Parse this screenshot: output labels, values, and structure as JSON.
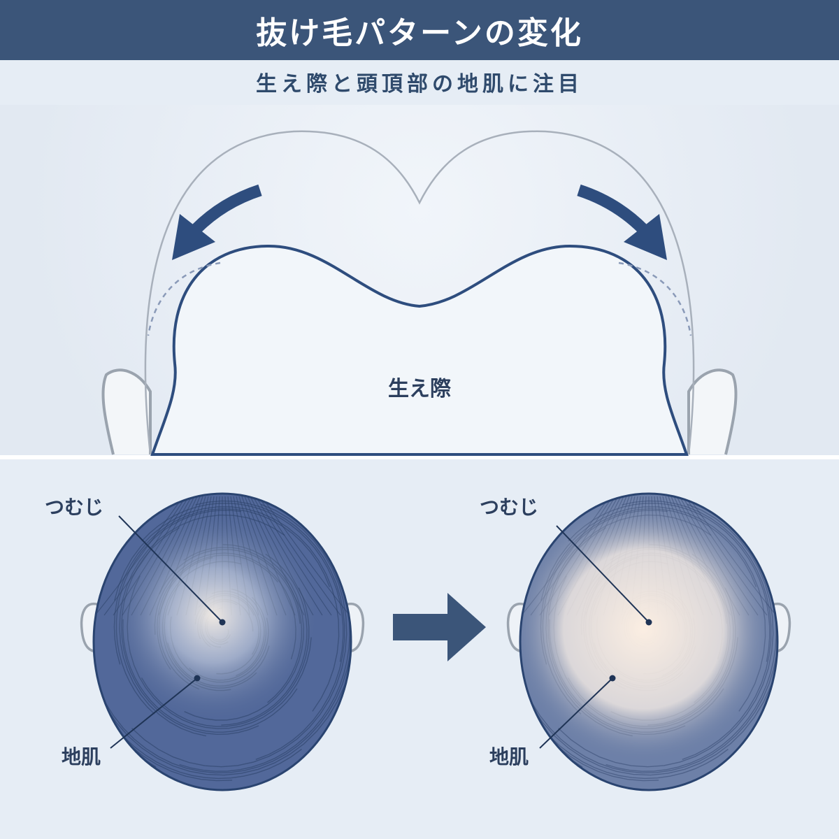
{
  "header": {
    "title": "抜け毛パターンの変化"
  },
  "subtitle": "生え際と頭頂部の地肌に注目",
  "hairline": {
    "label": "生え際"
  },
  "crown_before": {
    "whorl_label": "つむじ",
    "scalp_label": "地肌"
  },
  "crown_after": {
    "whorl_label": "つむじ",
    "scalp_label": "地肌"
  },
  "colors": {
    "navy": "#3b5579",
    "outline": "#2e4d7e",
    "background": "#e6edf5",
    "scalp": "#f2f6fa",
    "skin_glow": "#fbeee2"
  }
}
